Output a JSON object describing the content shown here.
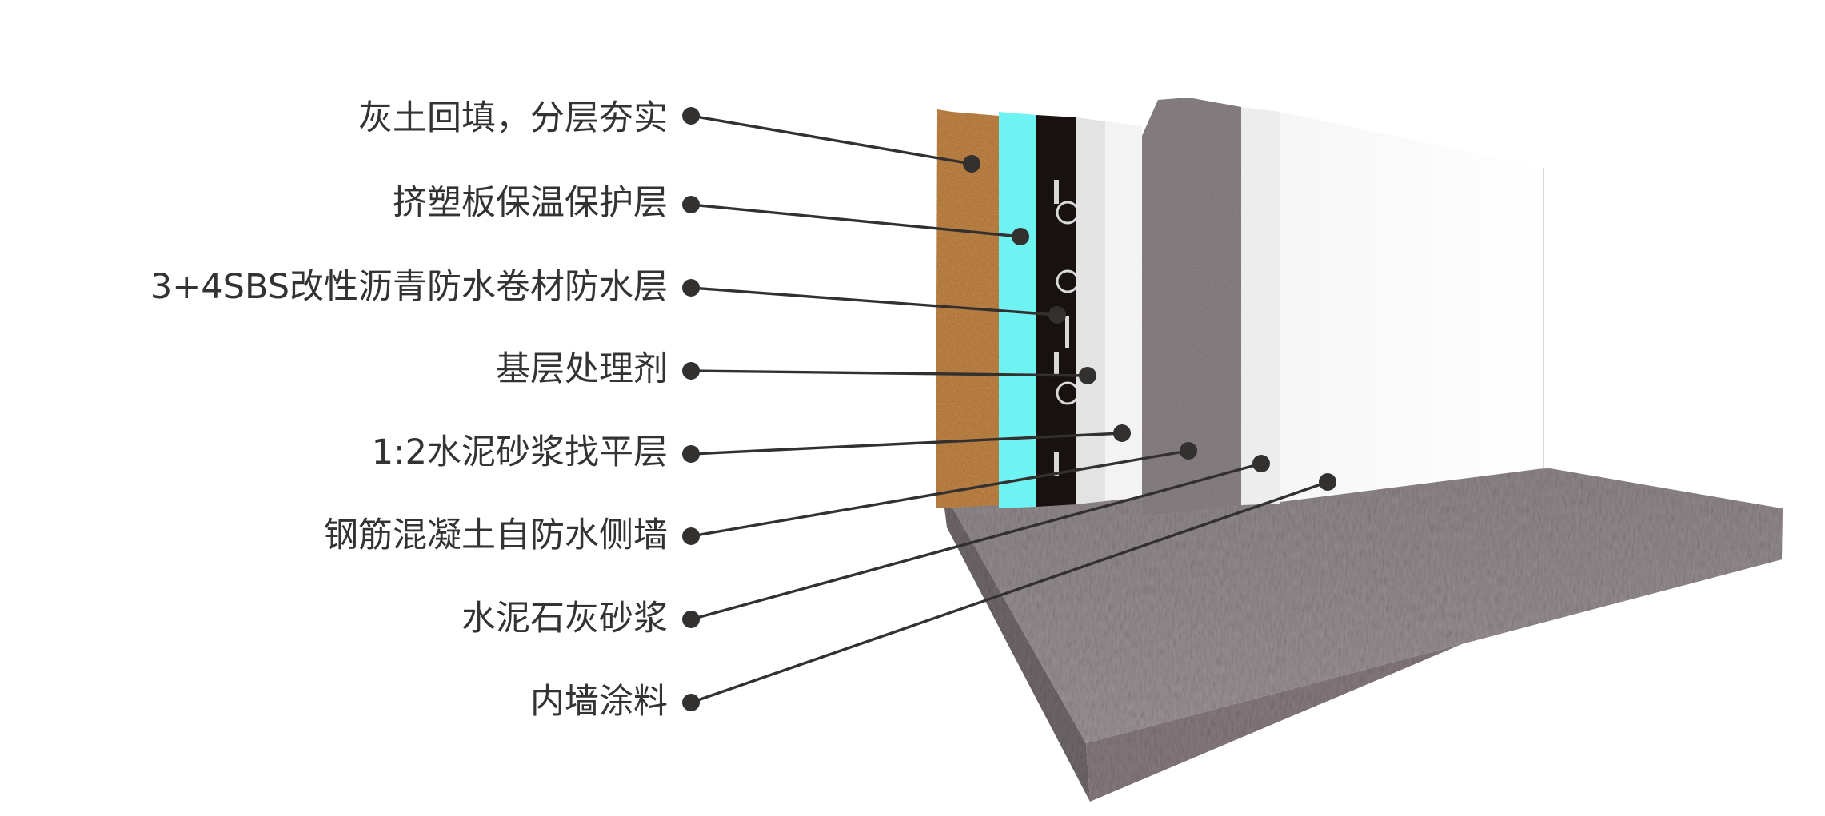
{
  "diagram": {
    "layers": [
      {
        "label": "灰土回填，分层夯实"
      },
      {
        "label": "挤塑板保温保护层"
      },
      {
        "label": "3+4SBS改性沥青防水卷材防水层"
      },
      {
        "label": "基层处理剂"
      },
      {
        "label": "1:2水泥砂浆找平层"
      },
      {
        "label": "钢筋混凝土自防水侧墙"
      },
      {
        "label": "水泥石灰砂浆"
      },
      {
        "label": "内墙涂料"
      }
    ],
    "colors": {
      "backfill": "#c38a4b",
      "xps_board": "#6ef2f2",
      "sbs_membrane": "#17110f",
      "primer": "#e3e3e3",
      "leveling_mortar": "#f3f3f3",
      "concrete": "#8a8285",
      "plaster": "#ededed",
      "paint": "#ffffff",
      "leader": "#333030",
      "label_text": "#333333"
    }
  }
}
